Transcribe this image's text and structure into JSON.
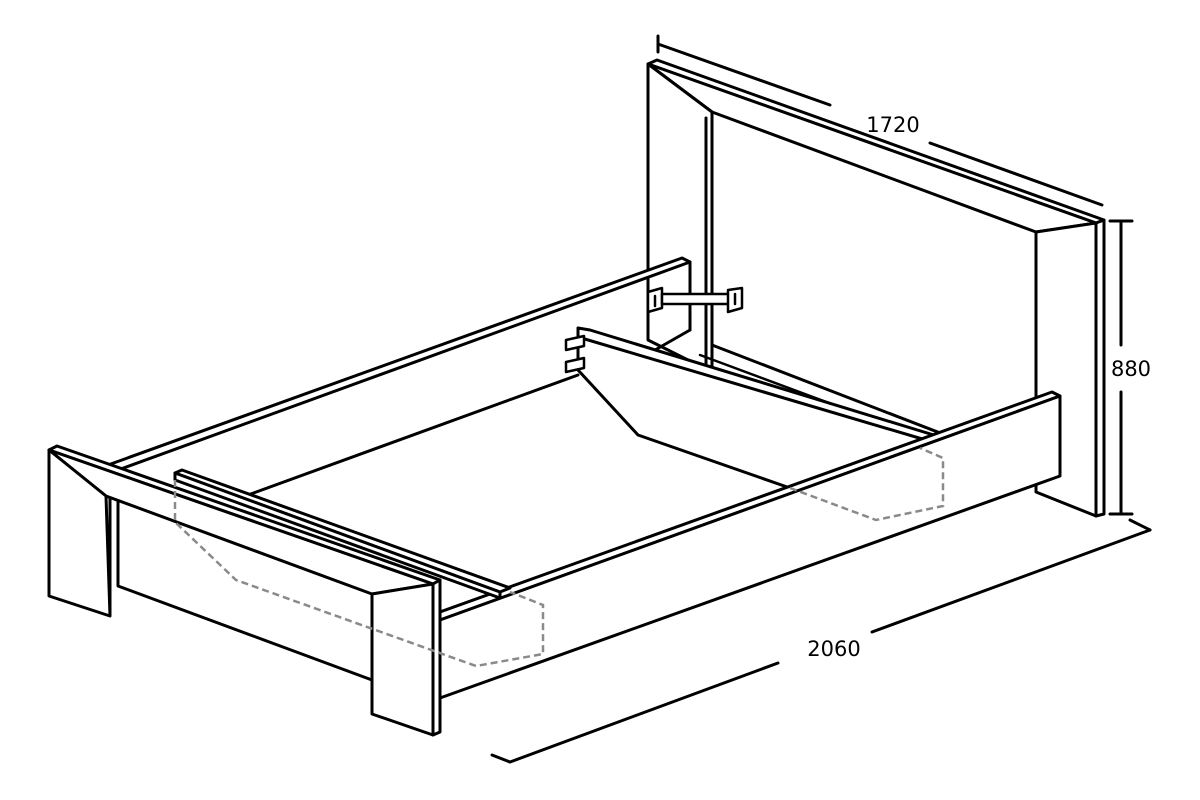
{
  "dimensions": {
    "width": "1720",
    "height": "880",
    "length": "2060"
  },
  "colors": {
    "line": "#000000",
    "hidden_line": "#8a8a8a",
    "background": "#ffffff"
  }
}
